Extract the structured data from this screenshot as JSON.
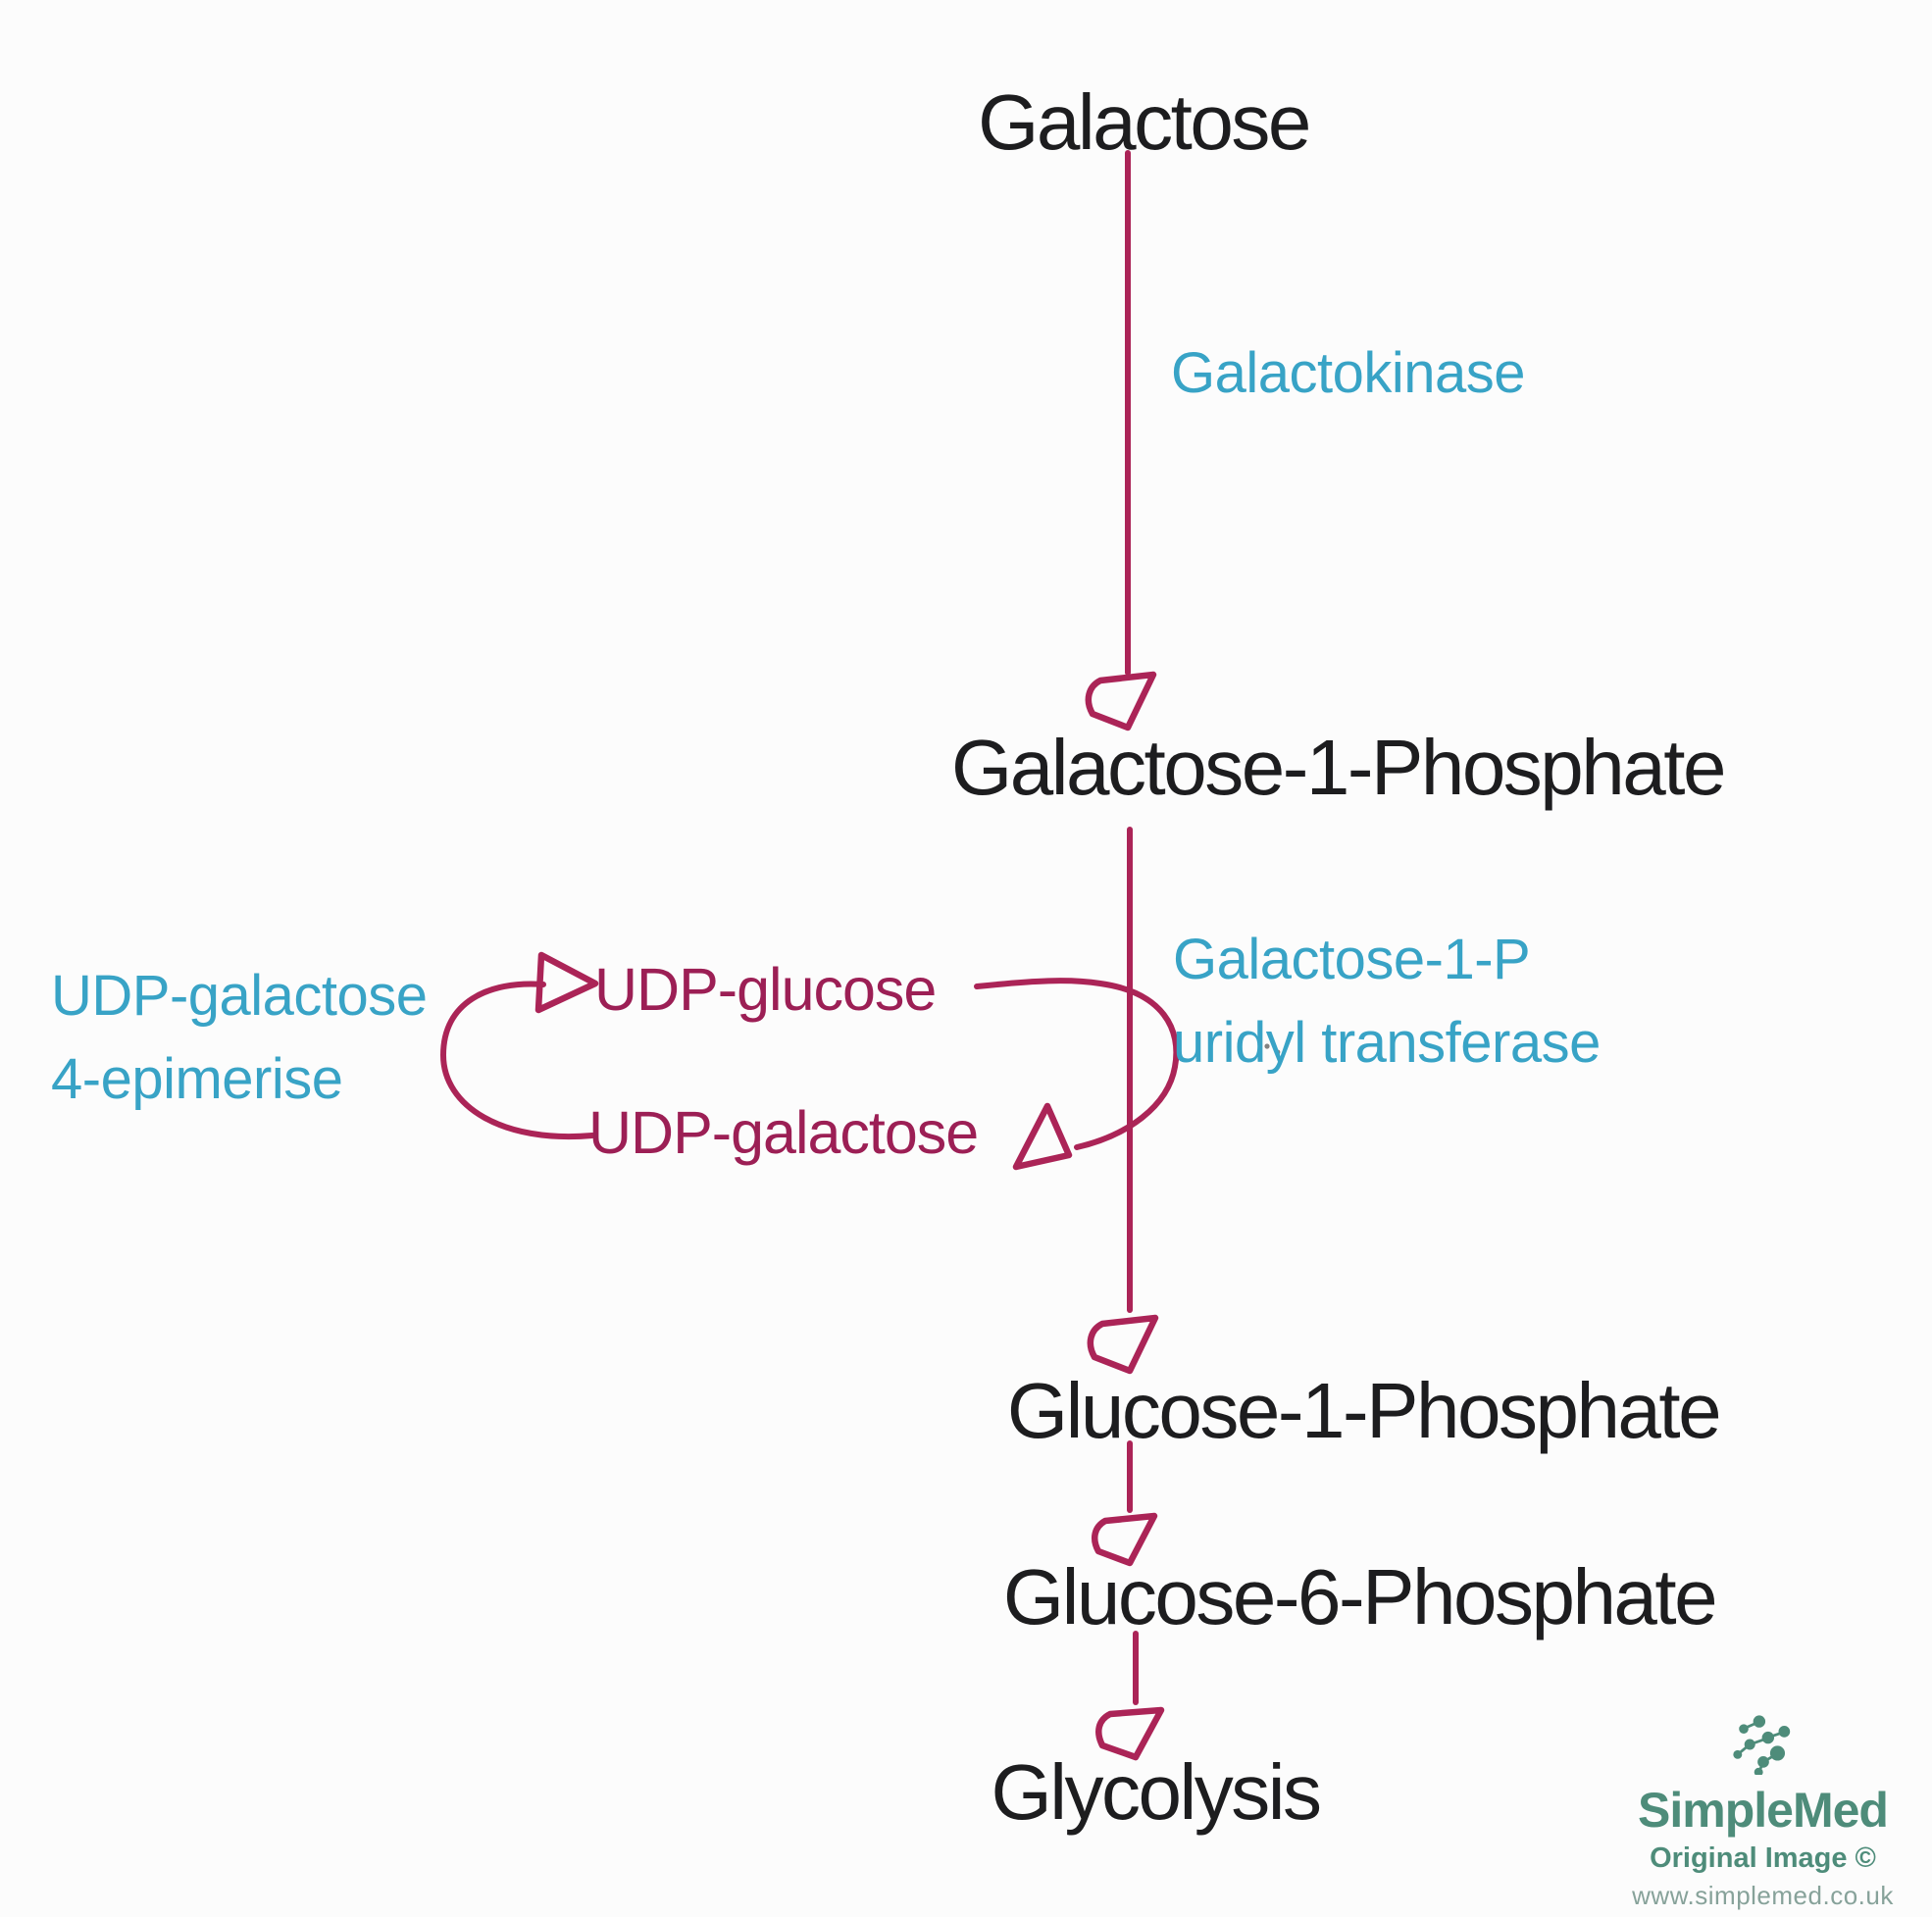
{
  "colors": {
    "background": "#fcfcfc",
    "arrow": "#ab2457",
    "metabolite": "#1d1d1f",
    "enzyme": "#38a3c6",
    "cycle_text": "#9c1f55",
    "brand_green": "#4e8c7a",
    "url_gray": "#87a29a",
    "smudge": "#5a5a5a"
  },
  "pathway": {
    "nodes": [
      {
        "label": "Galactose"
      },
      {
        "label": "Galactose-1-Phosphate"
      },
      {
        "label": "Glucose-1-Phosphate"
      },
      {
        "label": "Glucose-6-Phosphate"
      },
      {
        "label": "Glycolysis"
      }
    ],
    "enzymes": {
      "galactokinase": "Galactokinase",
      "transferase_line1": "Galactose-1-P",
      "transferase_line2": "uridyl transferase",
      "epimerase_line1": "UDP-galactose",
      "epimerase_line2": "4-epimerise"
    },
    "cycle": {
      "top": "UDP-glucose",
      "bottom": "UDP-galactose"
    }
  },
  "watermark": {
    "brand": "SimpleMed",
    "attribution": "Original Image ©",
    "url": "www.simplemed.co.uk"
  }
}
